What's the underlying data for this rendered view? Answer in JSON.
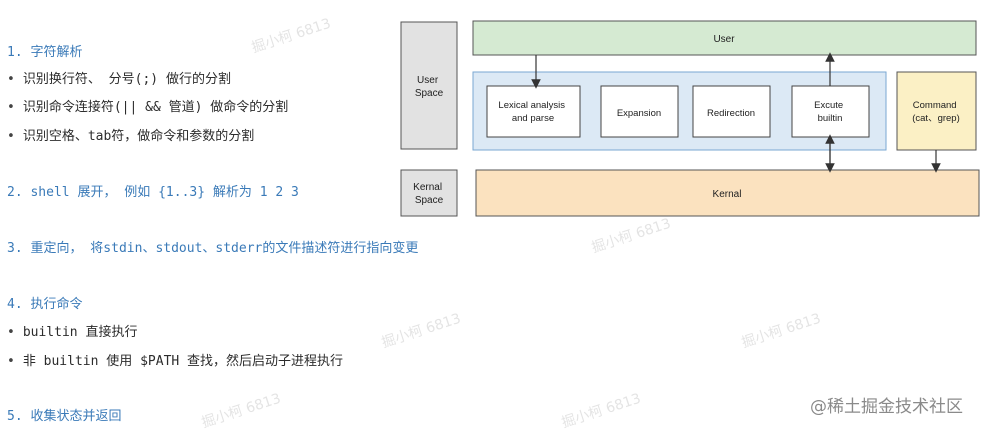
{
  "steps": [
    {
      "title": "1. 字符解析",
      "items": [
        "识别换行符、 分号(;) 做行的分割",
        "识别命令连接符(|| && 管道) 做命令的分割",
        "识别空格、tab符，做命令和参数的分割"
      ]
    },
    {
      "title": "2. shell 展开， 例如 {1..3} 解析为  1 2 3",
      "items": []
    },
    {
      "title": "3. 重定向， 将stdin、stdout、stderr的文件描述符进行指向变更",
      "items": []
    },
    {
      "title": "4. 执行命令",
      "items": [
        "builtin 直接执行",
        "非 builtin 使用 $PATH 查找，然后启动子进程执行"
      ]
    },
    {
      "title": "5. 收集状态并返回",
      "items": []
    }
  ],
  "diagram": {
    "user_space_label": [
      "User",
      "Space"
    ],
    "kernel_space_label": [
      "Kernal",
      "Space"
    ],
    "user_bar": "User",
    "kernel_bar": "Kernal",
    "stages": [
      [
        "Lexical analysis",
        "and parse"
      ],
      [
        "Expansion"
      ],
      [
        "Redirection"
      ],
      [
        "Excute",
        "builtin"
      ]
    ],
    "command_box": [
      "Command",
      "(cat、grep)"
    ],
    "colors": {
      "user_bar": "#d5ead2",
      "shell_panel": "#dce9f5",
      "command": "#fbf0c5",
      "kernel": "#fbe2bf",
      "space_label": "#e2e2e2"
    }
  },
  "watermark": "@稀土掘金技术社区",
  "bg_watermark": "掘小柯 6813"
}
